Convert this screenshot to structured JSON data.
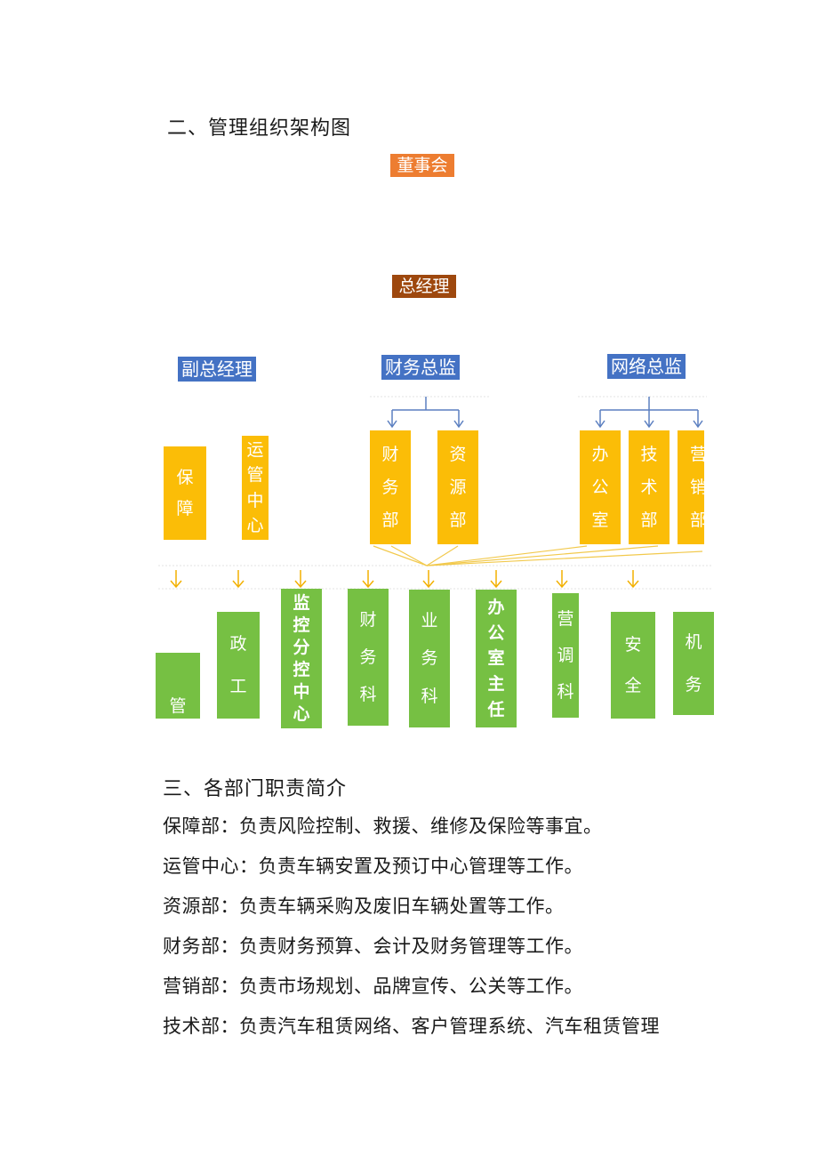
{
  "section2_title": "二、管理组织架构图",
  "chart": {
    "board": "董事会",
    "gm": "总经理",
    "vp": "副总经理",
    "cfo": "财务总监",
    "net": "网络总监",
    "colors": {
      "board": "#ed7d31",
      "gm": "#9e480e",
      "manager": "#4472c4",
      "dept": "#fbbd07",
      "unit": "#76c043"
    },
    "depts": [
      {
        "chars": [
          "保",
          "障"
        ]
      },
      {
        "chars": [
          "运",
          "管",
          "中",
          "心"
        ]
      },
      {
        "chars": [
          "财",
          "务",
          "部"
        ]
      },
      {
        "chars": [
          "资",
          "源",
          "部"
        ]
      },
      {
        "chars": [
          "办",
          "公",
          "室"
        ]
      },
      {
        "chars": [
          "技",
          "术",
          "部"
        ]
      },
      {
        "chars": [
          "营",
          "销",
          "部"
        ]
      }
    ],
    "units": [
      {
        "chars": [
          "管"
        ]
      },
      {
        "chars": [
          "政",
          "工"
        ]
      },
      {
        "chars": [
          "监",
          "控",
          "分",
          "控",
          "中",
          "心"
        ]
      },
      {
        "chars": [
          "财",
          "务",
          "科"
        ]
      },
      {
        "chars": [
          "业",
          "务",
          "科"
        ]
      },
      {
        "chars": [
          "办",
          "公",
          "室",
          "主",
          "任"
        ]
      },
      {
        "chars": [
          "营",
          "调",
          "科"
        ]
      },
      {
        "chars": [
          "安",
          "全"
        ]
      },
      {
        "chars": [
          "机",
          "务"
        ]
      }
    ]
  },
  "section3_title": "三、各部门职责简介",
  "duties": [
    "保障部：负责风险控制、救援、维修及保险等事宜。",
    "运管中心：负责车辆安置及预订中心管理等工作。",
    "资源部：负责车辆采购及废旧车辆处置等工作。",
    "财务部：负责财务预算、会计及财务管理等工作。",
    "营销部：负责市场规划、品牌宣传、公关等工作。",
    "技术部：负责汽车租赁网络、客户管理系统、汽车租赁管理"
  ]
}
